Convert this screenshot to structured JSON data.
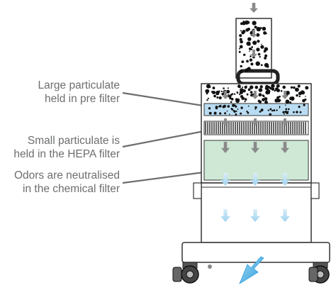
{
  "callouts": [
    {
      "line1": "Large particulate",
      "line2": "held in pre filter"
    },
    {
      "line1": "Small particulate is",
      "line2": "held in the HEPA filter"
    },
    {
      "line1": "Odors are neutralised",
      "line2": "in the chemical filter"
    }
  ],
  "colors": {
    "text": "#6d6e70",
    "outline": "#333333",
    "pre_filter": "#b9dcf2",
    "chemical_filter": "#cfe8d6",
    "arrow_grey": "#8a8a8a",
    "arrow_blue": "#9fd2ef",
    "exit_arrow": "#3aa7e0"
  }
}
